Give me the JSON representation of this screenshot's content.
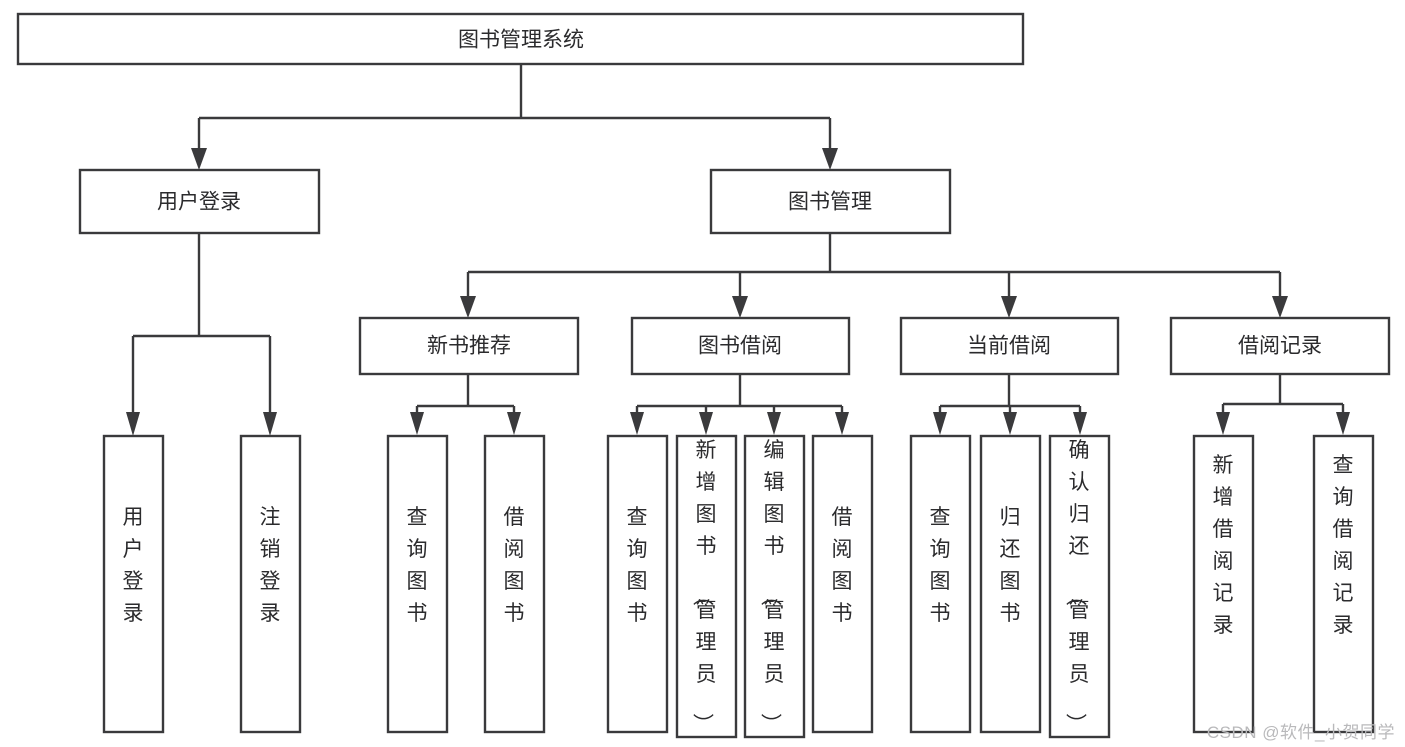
{
  "diagram": {
    "type": "tree-hierarchy",
    "orientation": "top-down",
    "title": "图书管理系统",
    "watermark": "CSDN @软件_小贺同学",
    "colors": {
      "box_stroke": "#3a3a3c",
      "box_fill": "#ffffff",
      "text": "#2b2b2d",
      "connector": "#3a3a3c",
      "watermark": "#b9b9bb",
      "background": "#ffffff"
    },
    "levels": {
      "root": "图书管理系统",
      "level2": [
        "用户登录",
        "图书管理"
      ],
      "level3": [
        "新书推荐",
        "图书借阅",
        "当前借阅",
        "借阅记录"
      ]
    },
    "nodes": {
      "root": {
        "label": "图书管理系统"
      },
      "user_login": {
        "label": "用户登录"
      },
      "book_manage": {
        "label": "图书管理"
      },
      "new_book_rec": {
        "label": "新书推荐"
      },
      "book_borrow": {
        "label": "图书借阅"
      },
      "current_borrow": {
        "label": "当前借阅"
      },
      "borrow_record": {
        "label": "借阅记录"
      }
    },
    "leaves": {
      "user_login": [
        {
          "label": "用户登录"
        },
        {
          "label": "注销登录"
        }
      ],
      "new_book_rec": [
        {
          "label": "查询图书"
        },
        {
          "label": "借阅图书"
        }
      ],
      "book_borrow": [
        {
          "label": "查询图书"
        },
        {
          "label": "新增图书（管理员）"
        },
        {
          "label": "编辑图书（管理员）"
        },
        {
          "label": "借阅图书"
        }
      ],
      "current_borrow": [
        {
          "label": "查询图书"
        },
        {
          "label": "归还图书"
        },
        {
          "label": "确认归还（管理员）"
        }
      ],
      "borrow_record": [
        {
          "label": "新增借阅记录"
        },
        {
          "label": "查询借阅记录"
        }
      ]
    }
  }
}
